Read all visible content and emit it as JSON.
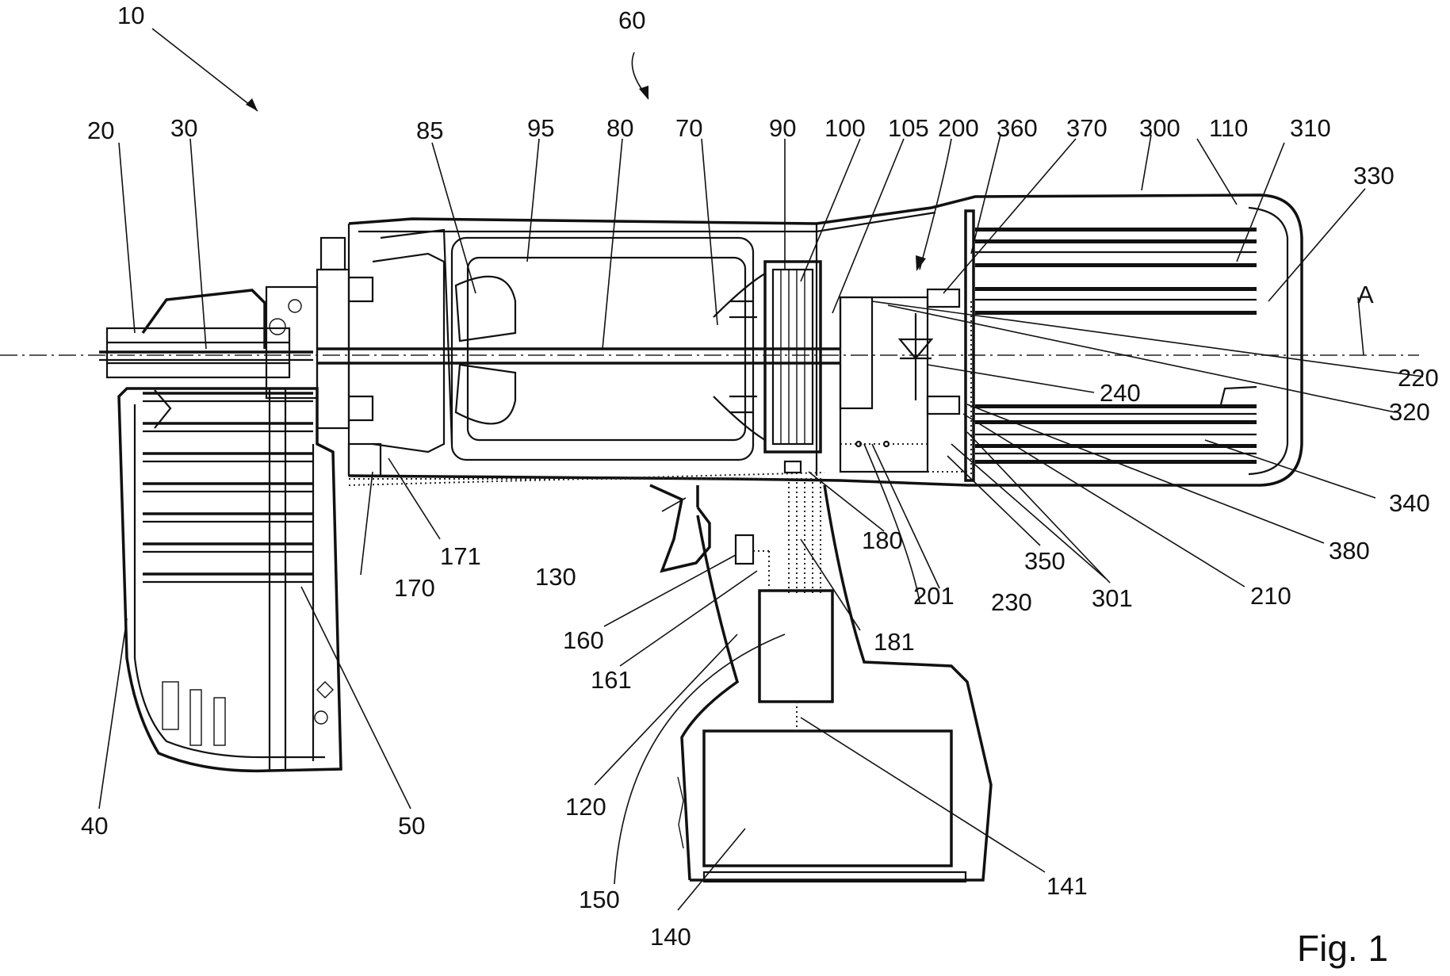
{
  "figure_label": "Fig. 1",
  "axis_label": "A",
  "reference_numerals": {
    "n10": "10",
    "n20": "20",
    "n30": "30",
    "n40": "40",
    "n50": "50",
    "n60": "60",
    "n70": "70",
    "n80": "80",
    "n85": "85",
    "n90": "90",
    "n95": "95",
    "n100": "100",
    "n105": "105",
    "n110": "110",
    "n120": "120",
    "n130": "130",
    "n140": "140",
    "n141": "141",
    "n150": "150",
    "n160": "160",
    "n161": "161",
    "n170": "170",
    "n171": "171",
    "n180": "180",
    "n181": "181",
    "n200": "200",
    "n201": "201",
    "n210": "210",
    "n220": "220",
    "n230": "230",
    "n240": "240",
    "n300": "300",
    "n301": "301",
    "n310": "310",
    "n320": "320",
    "n330": "330",
    "n340": "340",
    "n350": "350",
    "n360": "360",
    "n370": "370",
    "n380": "380"
  }
}
